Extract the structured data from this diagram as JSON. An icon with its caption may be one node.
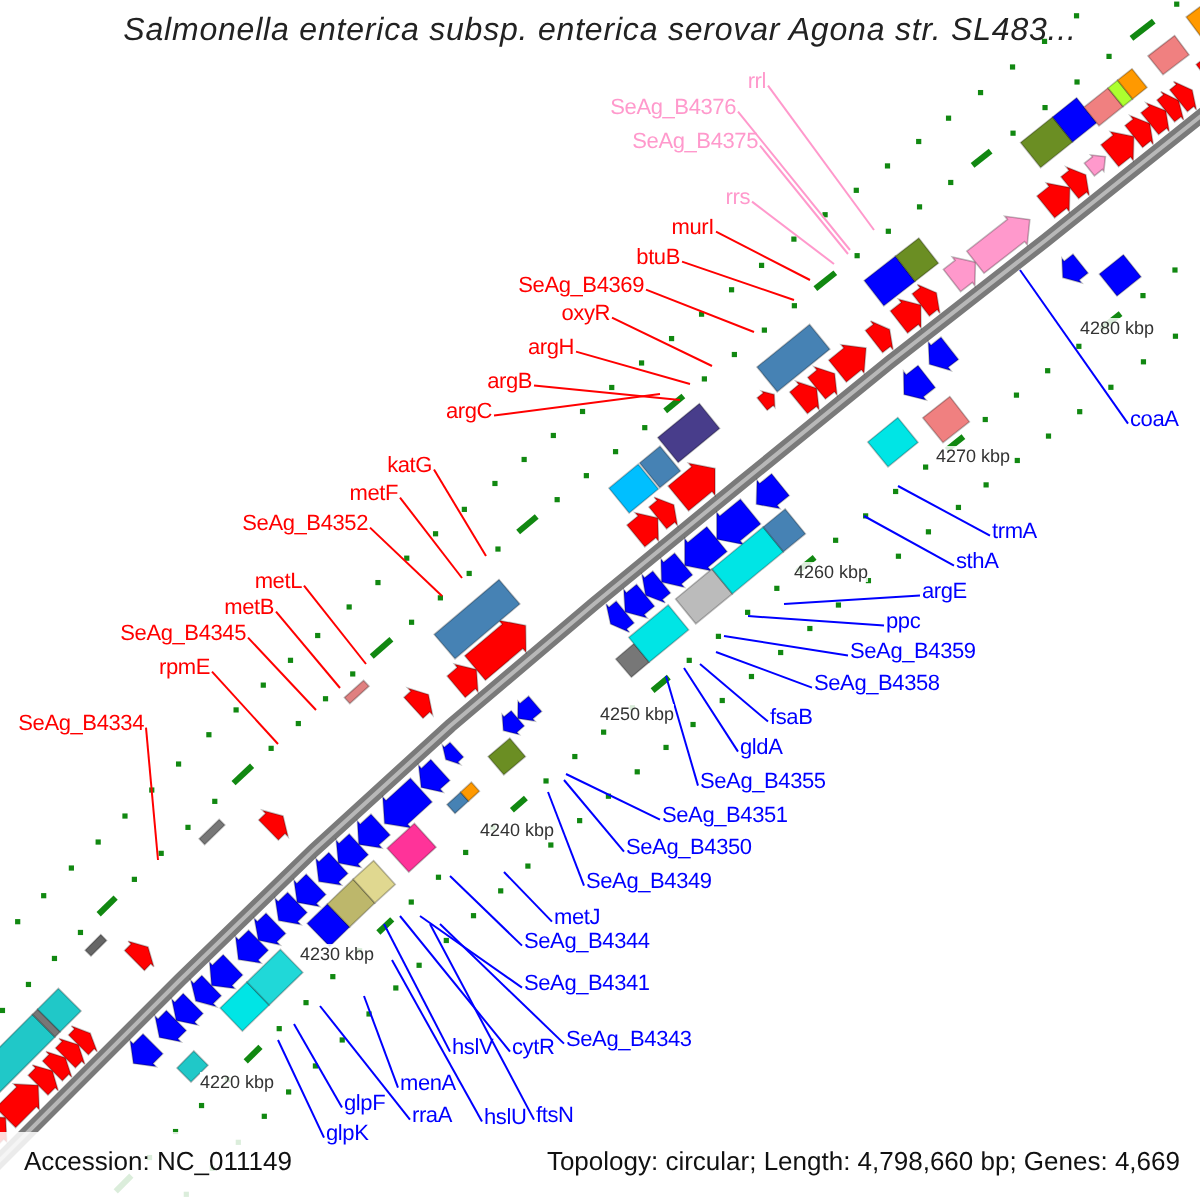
{
  "diagram": {
    "title": "Salmonella enterica subsp. enterica serovar Agona str. SL483...",
    "nodes": [
      {
        "text": [
          "rrl"
        ]
      },
      {
        "text": [
          "SeAg_B4376"
        ]
      },
      {
        "text": [
          "SeAg_B4375"
        ]
      },
      {
        "text": [
          "rrs"
        ]
      },
      {
        "text": [
          "murI"
        ]
      },
      {
        "text": [
          "btuB"
        ]
      },
      {
        "text": [
          "SeAg_B4369"
        ]
      },
      {
        "text": [
          "oxyR"
        ]
      },
      {
        "text": [
          "argH"
        ]
      },
      {
        "text": [
          "argB"
        ]
      },
      {
        "text": [
          "argC"
        ]
      },
      {
        "text": [
          "katG"
        ]
      },
      {
        "text": [
          "metF"
        ]
      },
      {
        "text": [
          "SeAg_B4352"
        ]
      },
      {
        "text": [
          "metL"
        ]
      },
      {
        "text": [
          "metB"
        ]
      },
      {
        "text": [
          "SeAg_B4345"
        ]
      },
      {
        "text": [
          "rpmE"
        ]
      },
      {
        "text": [
          "SeAg_B4334"
        ]
      },
      {
        "text": [
          "coaA"
        ]
      },
      {
        "text": [
          "trmA"
        ]
      },
      {
        "text": [
          "sthA"
        ]
      },
      {
        "text": [
          "argE"
        ]
      },
      {
        "text": [
          "ppc"
        ]
      },
      {
        "text": [
          "SeAg_B4359"
        ]
      },
      {
        "text": [
          "SeAg_B4358"
        ]
      },
      {
        "text": [
          "fsaB"
        ]
      },
      {
        "text": [
          "gldA"
        ]
      },
      {
        "text": [
          "SeAg_B4355"
        ]
      },
      {
        "text": [
          "SeAg_B4351"
        ]
      },
      {
        "text": [
          "SeAg_B4350"
        ]
      },
      {
        "text": [
          "SeAg_B4349"
        ]
      },
      {
        "text": [
          "metJ"
        ]
      },
      {
        "text": [
          "SeAg_B4344"
        ]
      },
      {
        "text": [
          "SeAg_B4341"
        ]
      },
      {
        "text": [
          "SeAg_B4343"
        ]
      },
      {
        "text": [
          "cytR"
        ]
      },
      {
        "text": [
          "hslV"
        ]
      },
      {
        "text": [
          "menA"
        ]
      },
      {
        "text": [
          "hslU"
        ]
      },
      {
        "text": [
          "rraA"
        ]
      },
      {
        "text": [
          "ftsN"
        ]
      },
      {
        "text": [
          "glpF"
        ]
      },
      {
        "text": [
          "glpK"
        ]
      }
    ],
    "edges": [
      {
        "from": 0,
        "to": null,
        "arrow": "none",
        "color": "#ff99cc"
      },
      {
        "from": 1,
        "to": null,
        "arrow": "none",
        "color": "#ff99cc"
      },
      {
        "from": 2,
        "to": null,
        "arrow": "none",
        "color": "#ff99cc"
      },
      {
        "from": 3,
        "to": null,
        "arrow": "none",
        "color": "#ff99cc"
      },
      {
        "from": 4,
        "to": null,
        "arrow": "none",
        "color": "#ff0000"
      },
      {
        "from": 5,
        "to": null,
        "arrow": "none",
        "color": "#ff0000"
      },
      {
        "from": 6,
        "to": null,
        "arrow": "none",
        "color": "#ff0000"
      },
      {
        "from": 7,
        "to": null,
        "arrow": "none",
        "color": "#ff0000"
      },
      {
        "from": 8,
        "to": null,
        "arrow": "none",
        "color": "#ff0000"
      },
      {
        "from": 9,
        "to": null,
        "arrow": "none",
        "color": "#ff0000"
      },
      {
        "from": 10,
        "to": null,
        "arrow": "none",
        "color": "#ff0000"
      },
      {
        "from": 11,
        "to": null,
        "arrow": "none",
        "color": "#ff0000"
      },
      {
        "from": 12,
        "to": null,
        "arrow": "none",
        "color": "#ff0000"
      },
      {
        "from": 13,
        "to": null,
        "arrow": "none",
        "color": "#ff0000"
      },
      {
        "from": 14,
        "to": null,
        "arrow": "none",
        "color": "#ff0000"
      },
      {
        "from": 15,
        "to": null,
        "arrow": "none",
        "color": "#ff0000"
      },
      {
        "from": 16,
        "to": null,
        "arrow": "none",
        "color": "#ff0000"
      },
      {
        "from": 17,
        "to": null,
        "arrow": "none",
        "color": "#ff0000"
      },
      {
        "from": 18,
        "to": null,
        "arrow": "none",
        "color": "#ff0000"
      },
      {
        "from": 19,
        "to": null,
        "arrow": "none"
      },
      {
        "from": 20,
        "to": null,
        "arrow": "none"
      },
      {
        "from": 21,
        "to": null,
        "arrow": "none"
      },
      {
        "from": 22,
        "to": null,
        "arrow": "none"
      },
      {
        "from": 23,
        "to": null,
        "arrow": "none"
      },
      {
        "from": 24,
        "to": null,
        "arrow": "none"
      },
      {
        "from": 25,
        "to": null,
        "arrow": "none"
      },
      {
        "from": 26,
        "to": null,
        "arrow": "none"
      },
      {
        "from": 27,
        "to": null,
        "arrow": "none"
      },
      {
        "from": 28,
        "to": null,
        "arrow": "none"
      },
      {
        "from": 29,
        "to": null,
        "arrow": "none"
      },
      {
        "from": 30,
        "to": null,
        "arrow": "none"
      },
      {
        "from": 31,
        "to": null,
        "arrow": "none"
      },
      {
        "from": 32,
        "to": null,
        "arrow": "none"
      },
      {
        "from": 33,
        "to": null,
        "arrow": "none"
      },
      {
        "from": 34,
        "to": null,
        "arrow": "none"
      },
      {
        "from": 35,
        "to": null,
        "arrow": "none"
      },
      {
        "from": 36,
        "to": null,
        "arrow": "none"
      },
      {
        "from": 37,
        "to": null,
        "arrow": "none"
      },
      {
        "from": 38,
        "to": null,
        "arrow": "none"
      },
      {
        "from": 39,
        "to": null,
        "arrow": "none"
      },
      {
        "from": 40,
        "to": null,
        "arrow": "none"
      },
      {
        "from": 41,
        "to": null,
        "arrow": "none"
      },
      {
        "from": 42,
        "to": null,
        "arrow": "none"
      },
      {
        "from": 43,
        "to": null,
        "arrow": "none"
      }
    ],
    "labels": [
      "4280 kbp",
      "4270 kbp",
      "4260 kbp",
      "4250 kbp",
      "4240 kbp",
      "4230 kbp",
      "4220 kbp",
      "Accession: NC_011149",
      "Topology: circular; Length: 4,798,660 bp; Genes: 4,669"
    ]
  }
}
